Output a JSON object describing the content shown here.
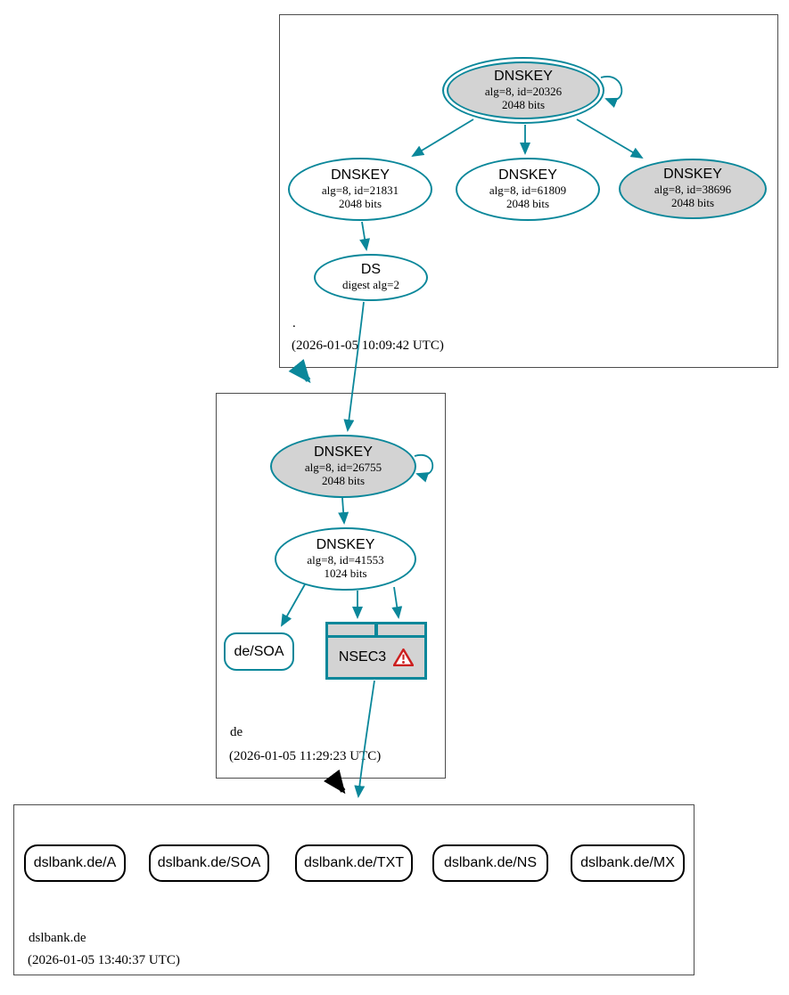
{
  "zones": {
    "root": {
      "label": ".",
      "timestamp": "(2026-01-05 10:09:42 UTC)"
    },
    "de": {
      "label": "de",
      "timestamp": "(2026-01-05 11:29:23 UTC)"
    },
    "dslbank": {
      "label": "dslbank.de",
      "timestamp": "(2026-01-05 13:40:37 UTC)"
    }
  },
  "nodes": {
    "ksk_root": {
      "title": "DNSKEY",
      "detail1": "alg=8, id=20326",
      "detail2": "2048 bits"
    },
    "dnskey_21831": {
      "title": "DNSKEY",
      "detail1": "alg=8, id=21831",
      "detail2": "2048 bits"
    },
    "dnskey_61809": {
      "title": "DNSKEY",
      "detail1": "alg=8, id=61809",
      "detail2": "2048 bits"
    },
    "dnskey_38696": {
      "title": "DNSKEY",
      "detail1": "alg=8, id=38696",
      "detail2": "2048 bits"
    },
    "ds_root": {
      "title": "DS",
      "detail1": "digest alg=2"
    },
    "dnskey_26755": {
      "title": "DNSKEY",
      "detail1": "alg=8, id=26755",
      "detail2": "2048 bits"
    },
    "dnskey_41553": {
      "title": "DNSKEY",
      "detail1": "alg=8, id=41553",
      "detail2": "1024 bits"
    },
    "de_soa": {
      "label": "de/SOA"
    },
    "nsec3": {
      "label": "NSEC3"
    },
    "rrsets": [
      {
        "label": "dslbank.de/A"
      },
      {
        "label": "dslbank.de/SOA"
      },
      {
        "label": "dslbank.de/TXT"
      },
      {
        "label": "dslbank.de/NS"
      },
      {
        "label": "dslbank.de/MX"
      }
    ]
  },
  "colors": {
    "secure_teal": "#0a879a",
    "key_fill_gray": "#d3d3d3",
    "warning_red": "#cc1f1f",
    "insecure_black": "#000000"
  }
}
